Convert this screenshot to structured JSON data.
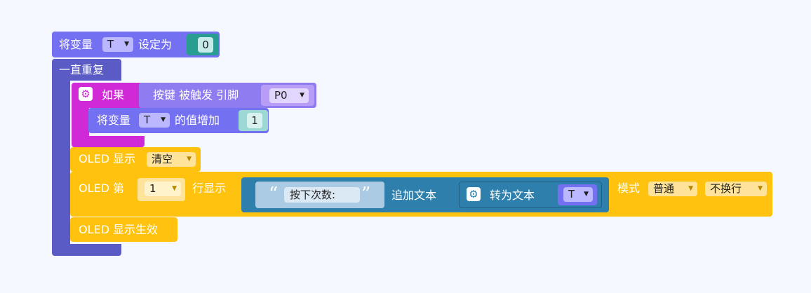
{
  "blocks": {
    "set_var": {
      "label": "将变量",
      "var_name": "T",
      "label_suffix": "设定为",
      "value": "0"
    },
    "forever": {
      "label": "一直重复"
    },
    "if_block": {
      "label": "如果",
      "condition_label": "按键 被触发 引脚",
      "pin": "P0"
    },
    "increment": {
      "label": "将变量",
      "var_name": "T",
      "label_suffix": "的值增加",
      "value": "1"
    },
    "oled_clear": {
      "label": "OLED 显示",
      "option": "清空"
    },
    "oled_line": {
      "label": "OLED 第",
      "line_number": "1",
      "label_middle": "行显示",
      "text_value": "按下次数:",
      "append_label": "追加文本",
      "convert_label": "转为文本",
      "convert_var": "T",
      "mode_label": "模式",
      "mode_value": "普通",
      "wrap_value": "不换行"
    },
    "oled_show": {
      "label": "OLED 显示生效"
    }
  },
  "icons": {
    "dropdown": "triangle-down",
    "gear": "gear"
  },
  "colors": {
    "background": "#f5f8ff",
    "variables": "#7470f2",
    "control": "#5a5bc4",
    "logic": "#cf2ad6",
    "input": "#8e7cf0",
    "oled": "#ffc20e",
    "text": "#2f7fad",
    "number_field": "#2a9d93"
  }
}
